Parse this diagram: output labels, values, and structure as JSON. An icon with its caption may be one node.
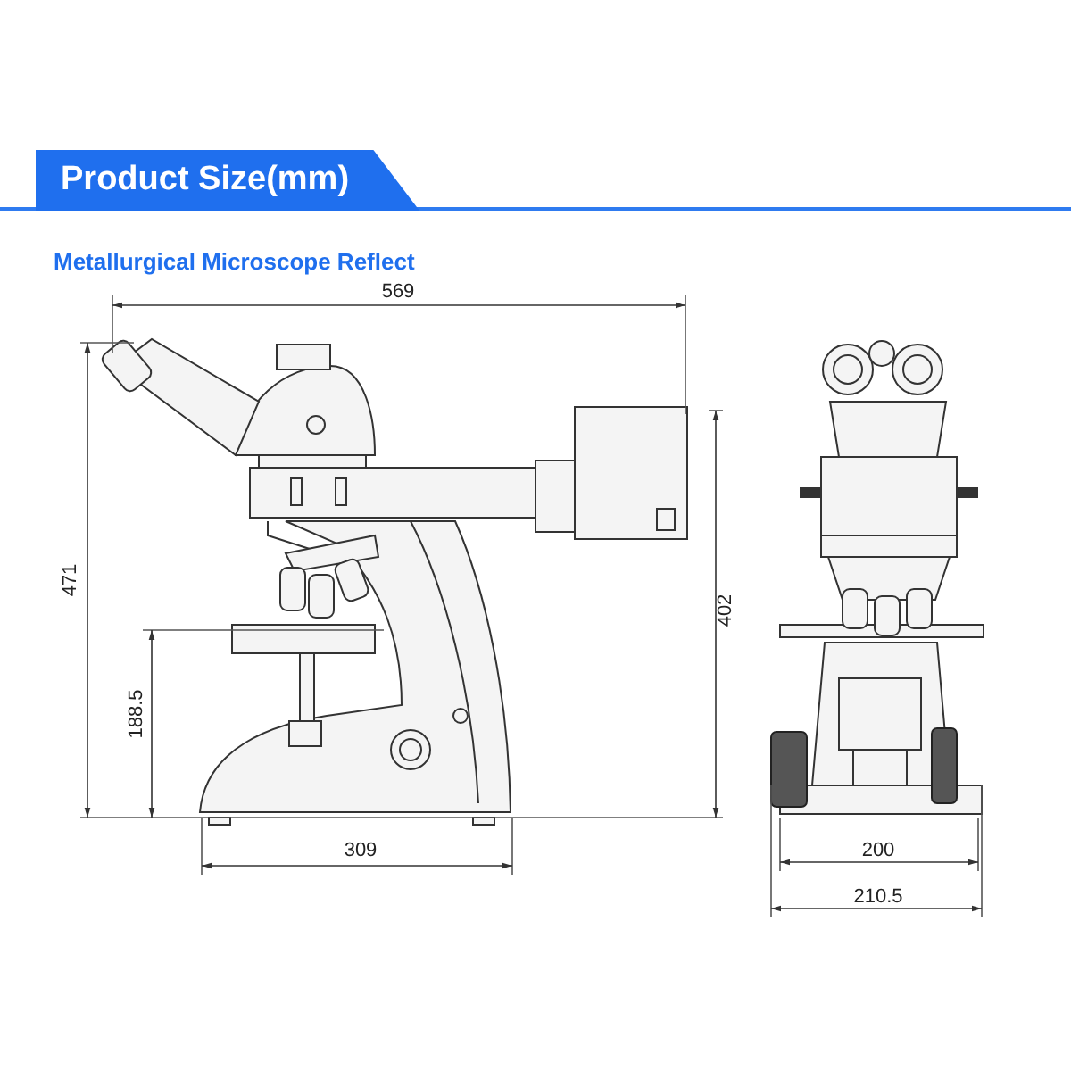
{
  "diagram": {
    "title": "Product Size(mm)",
    "labels": [
      "Metallurgical Microscope Reflect",
      "569",
      "471",
      "402",
      "188.5",
      "309",
      "200",
      "210.5"
    ]
  }
}
